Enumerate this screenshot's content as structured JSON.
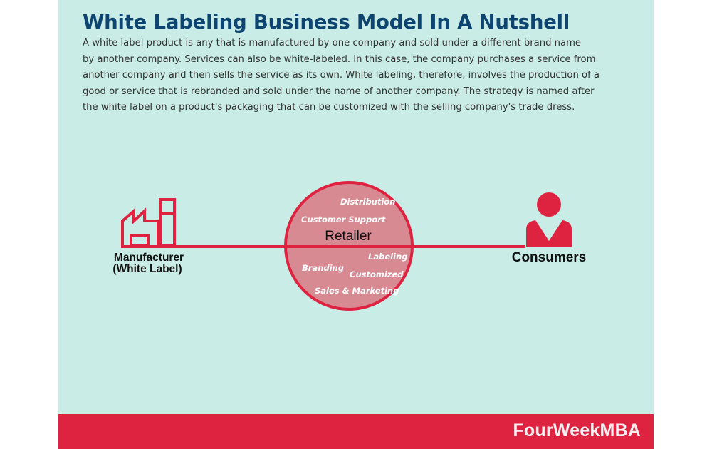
{
  "header": {
    "title": "White Labeling Business Model In A Nutshell",
    "description_lines": [
      "A white label product is any that is manufactured by one company and sold under a different brand name",
      "by another company. Services can also be white-labeled. In this case, the company purchases a service from",
      "another company and then sells the service as its own. White labeling, therefore, involves the production of a",
      "good or service that is rebranded and sold under the name of another company. The strategy is named after",
      "the white label on a product's packaging that can be customized with the selling company's trade dress."
    ]
  },
  "diagram": {
    "manufacturer": {
      "icon": "factory-icon",
      "label_line1": "Manufacturer",
      "label_line2": "(White Label)"
    },
    "retailer": {
      "label": "Retailer",
      "activities": {
        "distribution": "Distribution",
        "customer_support": "Customer Support",
        "labeling": "Labeling",
        "branding": "Branding",
        "customized": "Customized",
        "sales_marketing": "Sales & Marketing"
      }
    },
    "consumers": {
      "icon": "person-icon",
      "label": "Consumers"
    }
  },
  "footer": {
    "brand": "FourWeekMBA"
  },
  "colors": {
    "background": "#c9ece7",
    "accent_red": "#dd2340",
    "circle_fill": "#d88a93",
    "title_blue": "#0e4470"
  }
}
